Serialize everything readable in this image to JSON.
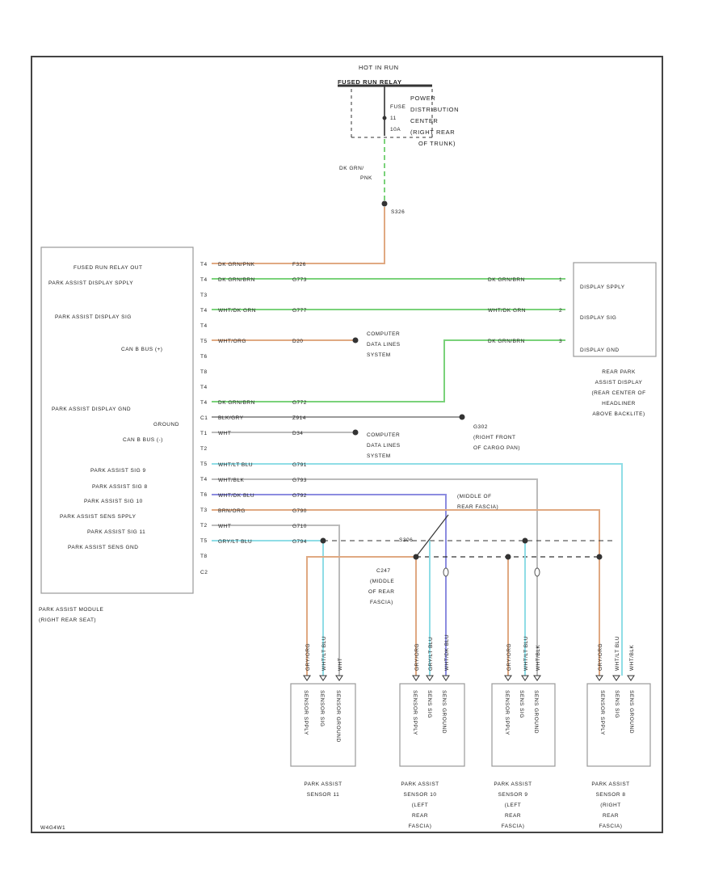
{
  "colors": {
    "orange": "#e0a982",
    "green": "#7ad27a",
    "cyan": "#8fdde6",
    "blue": "#8c8ce0",
    "gray": "#9a9a9a",
    "black": "#333333",
    "frame": "#444444"
  },
  "fuse": {
    "header": "HOT IN RUN",
    "relay": "FUSED RUN RELAY",
    "fuse_label": "FUSE",
    "fuse_number": "11",
    "fuse_amp": "10A",
    "location": [
      "POWER",
      "DISTRIBUTION",
      "CENTER",
      "(RIGHT REAR",
      "OF TRUNK)"
    ],
    "wire": [
      "DK GRN/",
      "PNK"
    ],
    "splice": "S326"
  },
  "module": {
    "labels": {
      "fused_run": "FUSED RUN RELAY OUT",
      "display_spply": "PARK ASSIST DISPLAY SPPLY",
      "display_sig": "PARK ASSIST DISPLAY SIG",
      "can_b_plus": "CAN B BUS (+)",
      "display_gnd": "PARK ASSIST DISPLAY GND",
      "ground": "GROUND",
      "can_b_minus": "CAN B BUS (-)",
      "sig9": "PARK ASSIST SIG 9",
      "sig8": "PARK ASSIST SIG 8",
      "sig10": "PARK ASSIST SIG 10",
      "sens_spply": "PARK ASSIST SENS SPPLY",
      "sig11": "PARK ASSIST SIG 11",
      "sens_gnd": "PARK ASSIST SENS GND"
    },
    "pins": [
      "T4",
      "T4",
      "T3",
      "T4",
      "T4",
      "T5",
      "T6",
      "T8",
      "T4",
      "T4",
      "C1",
      "T1",
      "T2",
      "T5",
      "T4",
      "T6",
      "T3",
      "T2",
      "T5",
      "T8",
      "C2"
    ],
    "name": [
      "PARK ASSIST MODULE",
      "(RIGHT REAR SEAT)"
    ]
  },
  "wires": {
    "w1": {
      "color": "DK GRN/PNK",
      "circuit": "F326"
    },
    "w2": {
      "color": "DK GRN/BRN",
      "circuit": "G773"
    },
    "w3": {
      "color": "WHT/DK GRN",
      "circuit": "G777"
    },
    "w4": {
      "color": "WHT/ORG",
      "circuit": "D20"
    },
    "w5": {
      "color": "DK GRN/BRN",
      "circuit": "G772"
    },
    "w6": {
      "color": "BLK/GRY",
      "circuit": "Z914"
    },
    "w7": {
      "color": "WHT",
      "circuit": "D34"
    },
    "w8": {
      "color": "WHT/LT BLU",
      "circuit": "G791"
    },
    "w9": {
      "color": "WHT/BLK",
      "circuit": "G793"
    },
    "w10": {
      "color": "WHT/DK BLU",
      "circuit": "G792"
    },
    "w11": {
      "color": "BRN/ORG",
      "circuit": "G790"
    },
    "w12": {
      "color": "WHT",
      "circuit": "G710"
    },
    "w13": {
      "color": "GRY/LT BLU",
      "circuit": "G794"
    }
  },
  "display": {
    "wire_labels": {
      "spply": "DK GRN/BRN",
      "sig": "WHT/DK GRN",
      "gnd": "DK GRN/BRN"
    },
    "pins": {
      "spply": "1",
      "sig": "2",
      "gnd": "3"
    },
    "labels": {
      "spply": "DISPLAY SPPLY",
      "sig": "DISPLAY SIG",
      "gnd": "DISPLAY GND"
    },
    "name": [
      "REAR PARK",
      "ASSIST DISPLAY",
      "(REAR CENTER OF",
      "HEADLINER",
      "ABOVE BACKLITE)"
    ]
  },
  "grounds": {
    "g1": [
      "COMPUTER",
      "DATA LINES",
      "SYSTEM"
    ],
    "g2": [
      "G302",
      "(RIGHT FRONT",
      "OF CARGO PAN)"
    ],
    "g3": [
      "COMPUTER",
      "DATA LINES",
      "SYSTEM"
    ]
  },
  "fascia": {
    "middle": [
      "(MIDDLE OF",
      "REAR FASCIA)"
    ],
    "splice_left": "S306",
    "conn": [
      "C247",
      "(MIDDLE",
      "OF REAR",
      "FASCIA)"
    ]
  },
  "sensors": [
    {
      "name": [
        "PARK ASSIST",
        "SENSOR 11"
      ],
      "wires": [
        "GRY/ORG",
        "WHT/LT BLU",
        "WHT"
      ],
      "pins": [
        "SENSOR SPPLY",
        "SENSOR SIG",
        "SENSOR GROUND"
      ]
    },
    {
      "name": [
        "PARK ASSIST",
        "SENSOR 10",
        "(LEFT",
        "REAR",
        "FASCIA)"
      ],
      "wires": [
        "GRY/ORG",
        "GRY/LT BLU",
        "WHT/DK BLU"
      ],
      "pins": [
        "SENSOR SPPLY",
        "SENS SIG",
        "SENS GROUND"
      ]
    },
    {
      "name": [
        "PARK ASSIST",
        "SENSOR 9",
        "(LEFT",
        "REAR",
        "FASCIA)"
      ],
      "wires": [
        "GRY/ORG",
        "WHT/LT BLU",
        "WHT/BLK"
      ],
      "pins": [
        "SENSOR SPPLY",
        "SENS SIG",
        "SENS GROUND"
      ]
    },
    {
      "name": [
        "PARK ASSIST",
        "SENSOR 8",
        "(RIGHT",
        "REAR",
        "FASCIA)"
      ],
      "wires": [
        "GRY/ORG",
        "WHT/LT BLU",
        "WHT/BLK"
      ],
      "pins": [
        "SENSOR SPPLY",
        "SENS SIG",
        "SENS GROUND"
      ]
    }
  ],
  "footer_code": "W4G4W1"
}
